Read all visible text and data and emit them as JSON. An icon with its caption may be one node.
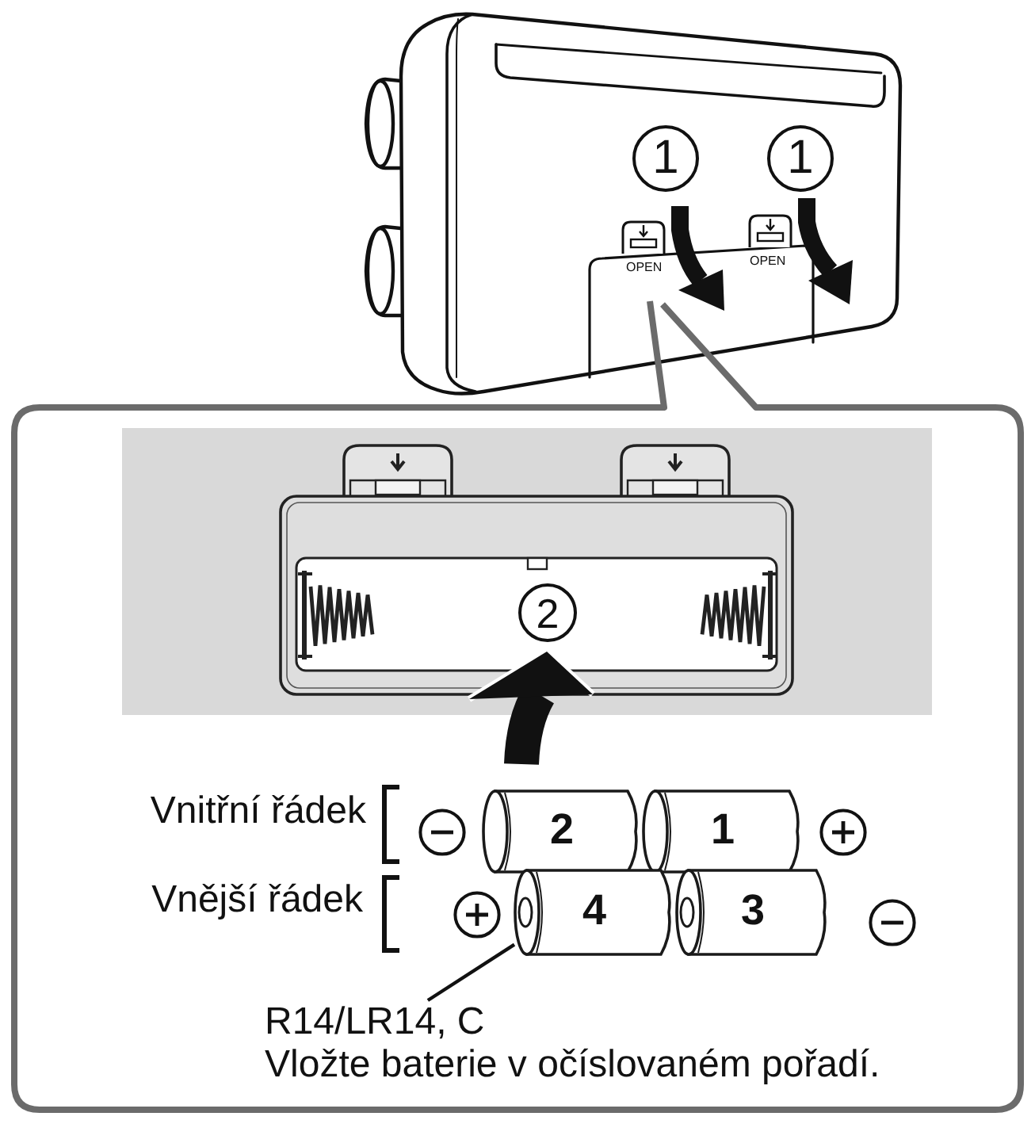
{
  "diagram": {
    "nodes": [
      {
        "text": [
          "2"
        ]
      },
      {
        "text": [
          "1"
        ]
      },
      {
        "text": [
          "4"
        ]
      },
      {
        "text": [
          "3"
        ]
      },
      {
        "text": [
          "R14/LR14, C"
        ]
      }
    ],
    "edges": [
      {
        "from": 4,
        "to": 2,
        "arrow": "none"
      }
    ],
    "labels": [
      "1",
      "1",
      "OPEN",
      "OPEN",
      "2",
      "Vnitřní řádek",
      "Vnější řádek",
      "Vložte baterie v očíslovaném pořadí."
    ]
  }
}
